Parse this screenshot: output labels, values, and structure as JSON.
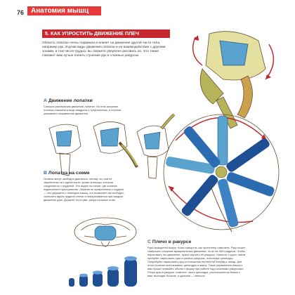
{
  "header": {
    "page_number": "76",
    "chapter_title": "Анатомия мышц"
  },
  "section": {
    "title": "5. КАК УПРОСТИТЬ ДВИЖЕНИЕ ПЛЕЧ",
    "intro": "Область лопатки очень подвижна и влияет на движение другой части тела, например рук. Изучив виды движения лопатки и ее взаимодействие с другими зонами, в том числе грудью, вы сможете уверенно рисовать их. Это также поможет вам лучше понять строение рук в сложных ракурсах."
  },
  "captions": {
    "a": {
      "letter": "A",
      "title": "Движение лопатки",
      "text": "Сначала рассмотрим движения лопатки. На этих рисунках лопатка показана в виде квадрата и треугольника, а стрелки указывают направление движения."
    },
    "b": {
      "letter": "B",
      "title": "Лопатка на схеме",
      "text": "Лопатки могут свободно двигаться, потому что они не закреплены ни к одной кости, кроме ключицы, которая соединяется с грудиной. Это видно на схеме, где лопатка подвешена в пространстве. Лопатки не прикреплены к грудине — они держатся с помощью мышц, что позволяет им свободно скользить вдоль грудной клетки и поворачиваться при каждом движении руки. Держите это в уме, рисуя сложные позы."
    },
    "c": {
      "letter": "C",
      "title": "Плечо в ракурсе",
      "text": "Рука вращается вокруг точки поворота, как пропеллер самолета. Руку может совершать сложные вращательные движения, но их на 360 градусов. Чтобы нарисовать это движение, нужно изучить её ракурсы. Начните с круга, затем пробуйте нарисовать руки в разных ракурсах, используя цилиндры. Попробуйте нарисовать руку в положении вытянутой вперед и назад. Для этого полезно использовать цилиндры и шары. Такие упражнения помогут вам лучше понимать объем и форму при работе над сложными ракурсами. Рисуя руки в ракурсе, помните: часть цилиндра, расположенная ближе к вам, выглядит больше, а дальняя — меньше."
    }
  },
  "colors": {
    "accent_red": "#c8272d",
    "chapter_red": "#e53a39",
    "caption_blue": "#2d6fb0",
    "muscle_olive": "#b7b35a",
    "bone_blue": "#5aa3cf",
    "cylinder_navy": "#1f4f93"
  }
}
